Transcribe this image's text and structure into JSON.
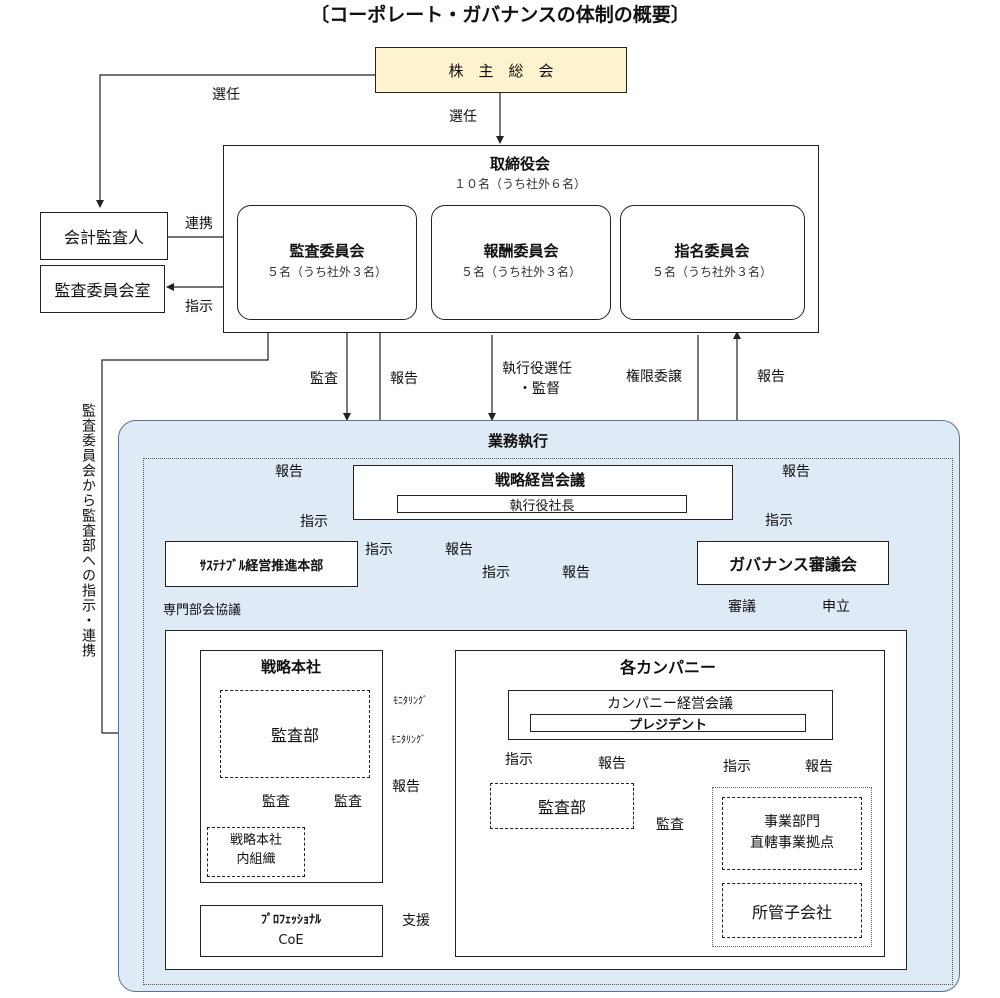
{
  "title": "〔コーポレート・ガバナンスの体制の概要〕",
  "shareholders": "株　主　総　会",
  "board": {
    "title": "取締役会",
    "members": "１０名（うち社外６名）",
    "committees": [
      {
        "name": "監査委員会",
        "members": "５名（うち社外３名）"
      },
      {
        "name": "報酬委員会",
        "members": "５名（うち社外３名）"
      },
      {
        "name": "指名委員会",
        "members": "５名（うち社外３名）"
      }
    ]
  },
  "accounting_auditor": "会計監査人",
  "audit_committee_office": "監査委員会室",
  "labels": {
    "elect_left": "選任",
    "elect_center": "選任",
    "cooperate": "連携",
    "instruct_office": "指示",
    "audit": "監査",
    "report": "報告",
    "exec_elect_line1": "執行役選任",
    "exec_elect_line2": "・監督",
    "delegate": "権限委譲",
    "report_right": "報告",
    "vertical_note": "監査委員会から監査部への指示・連携"
  },
  "execution": {
    "title": "業務執行",
    "strategy_meeting": "戦略経営会議",
    "president": "執行役社長",
    "sustainability_hq": "ｻｽﾃﾅﾌﾞﾙ経営推進本部",
    "governance_council": "ガバナンス審議会",
    "labels": {
      "report_sus": "報告",
      "instruct_sus": "指示",
      "instruct_audit": "指示",
      "report_audit": "報告",
      "instruct_down": "指示",
      "report_up": "報告",
      "report_gov": "報告",
      "instruct_gov": "指示",
      "specialist": "専門部会協議",
      "deliberate": "審議",
      "petition": "申立"
    }
  },
  "strategy_hq": {
    "title": "戦略本社",
    "audit_dept": "監査部",
    "internal_org_line1": "戦略本社",
    "internal_org_line2": "内組織",
    "audit_a": "監査",
    "audit_b": "監査",
    "coe_line1": "ﾌﾟﾛﾌｪｯｼｮﾅﾙ",
    "coe_line2": "CoE",
    "support": "支援"
  },
  "companies": {
    "title": "各カンパニー",
    "mgmt_meeting": "カンパニー経営会議",
    "president": "プレジデント",
    "audit_dept": "監査部",
    "division_line1": "事業部門",
    "division_line2": "直轄事業拠点",
    "subsidiary": "所管子会社",
    "monitoring_1": "ﾓﾆﾀﾘﾝｸﾞ",
    "monitoring_2": "ﾓﾆﾀﾘﾝｸﾞ",
    "report_back": "報告",
    "instruct_a": "指示",
    "report_a": "報告",
    "instruct_b": "指示",
    "report_b": "報告",
    "audit_c": "監査"
  },
  "colors": {
    "shareholders_fill": "#fdf3cf",
    "execution_fill": "#deeaf5",
    "execution_border": "#5b7290",
    "line": "#222222"
  }
}
